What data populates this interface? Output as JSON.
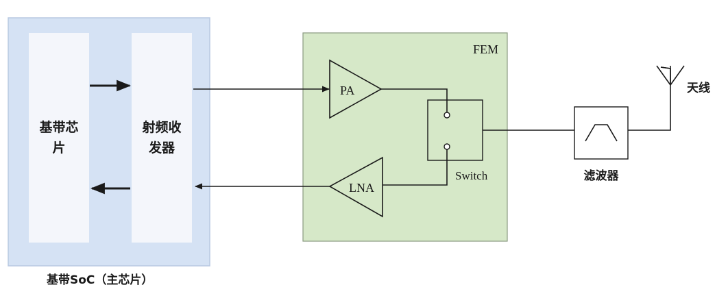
{
  "soc": {
    "caption": "基带SoC（主芯片）",
    "baseband_line1": "基带芯",
    "baseband_line2": "片",
    "transceiver_line1": "射频收",
    "transceiver_line2": "发器"
  },
  "fem": {
    "label": "FEM",
    "pa_label": "PA",
    "lna_label": "LNA",
    "switch_label": "Switch"
  },
  "filter": {
    "label": "滤波器"
  },
  "antenna": {
    "label": "天线"
  },
  "colors": {
    "soc_fill": "#d5e2f4",
    "soc_border": "#b8c9e2",
    "chip_fill": "#f4f6fb",
    "fem_fill": "#d6e8c8",
    "fem_border": "#8a9a80",
    "line": "#1a1a1a"
  }
}
